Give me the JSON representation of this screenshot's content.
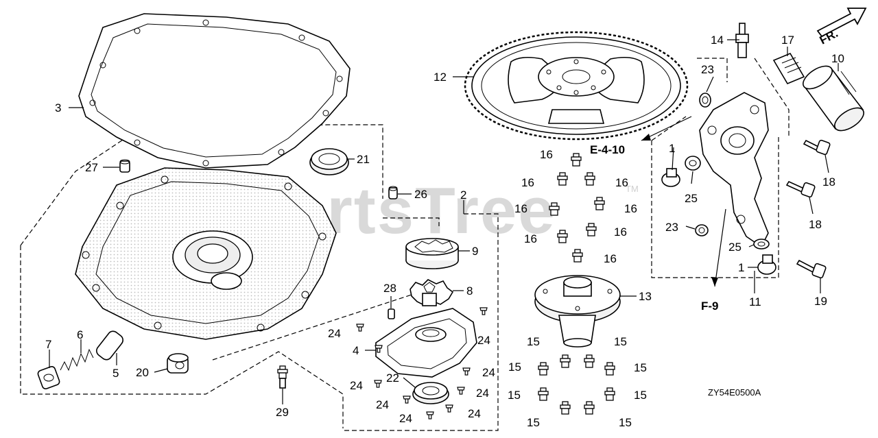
{
  "diagram": {
    "code": "ZY54E0500A",
    "watermark": "PartsTree",
    "watermark_tm": "TM",
    "direction_label": "FR.",
    "ref_e": "E-4-10",
    "ref_f": "F-9"
  },
  "callouts": {
    "c1a": "1",
    "c1b": "1",
    "c2": "2",
    "c3": "3",
    "c4": "4",
    "c5": "5",
    "c6": "6",
    "c7": "7",
    "c8": "8",
    "c9": "9",
    "c10": "10",
    "c11": "11",
    "c12": "12",
    "c13": "13",
    "c14": "14",
    "c15a": "15",
    "c15b": "15",
    "c15c": "15",
    "c15d": "15",
    "c15e": "15",
    "c15f": "15",
    "c15g": "15",
    "c15h": "15",
    "c16a": "16",
    "c16b": "16",
    "c16c": "16",
    "c16d": "16",
    "c16e": "16",
    "c16f": "16",
    "c16g": "16",
    "c16h": "16",
    "c17": "17",
    "c18a": "18",
    "c18b": "18",
    "c19": "19",
    "c20": "20",
    "c21": "21",
    "c22": "22",
    "c23a": "23",
    "c23b": "23",
    "c24a": "24",
    "c24b": "24",
    "c24c": "24",
    "c24d": "24",
    "c24e": "24",
    "c24f": "24",
    "c24g": "24",
    "c25a": "25",
    "c25b": "25",
    "c26": "26",
    "c27": "27",
    "c28": "28",
    "c29": "29"
  }
}
